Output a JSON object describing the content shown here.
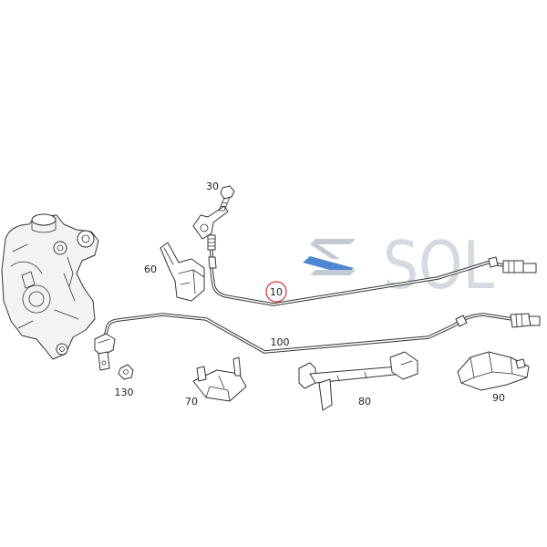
{
  "diagram": {
    "part_labels": {
      "bolt_30": "30",
      "bracket_60": "60",
      "cable_10": "10",
      "cable_100": "100",
      "bolt_130": "130",
      "bracket_70": "70",
      "bracket_80": "80",
      "bracket_90": "90"
    }
  },
  "watermark": {
    "text": "SOL",
    "logo_icon": "sol-logo-icon"
  },
  "colors": {
    "line": "#333333",
    "highlight": "#d8343c",
    "watermark": "#cbd3dc",
    "logo_blue": "#4f86d4",
    "logo_gray": "#c4cad2"
  }
}
